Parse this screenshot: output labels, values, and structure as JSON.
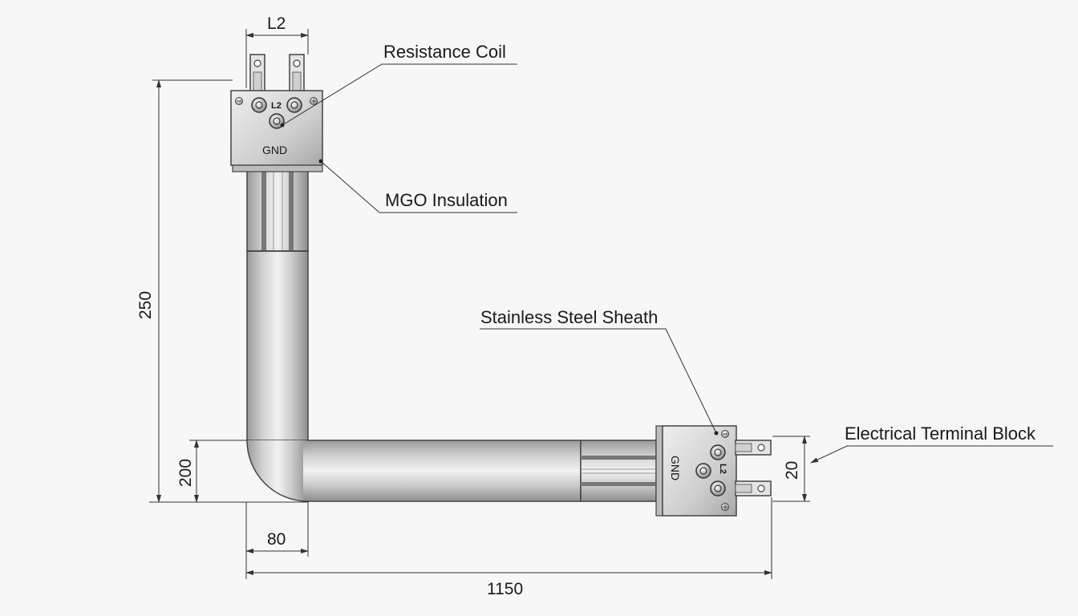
{
  "callouts": {
    "resistance_coil": "Resistance Coil",
    "mgo_insulation": "MGO Insulation",
    "stainless_steel_sheath": "Stainless Steel Sheath",
    "electrical_terminal_block": "Electrical Terminal Block"
  },
  "dimensions": {
    "top_terminal_width": "L2",
    "vertical_total": "250",
    "bend_height": "200",
    "sheath_diameter": "80",
    "total_length": "1150",
    "right_terminal_height": "20"
  },
  "terminal_top": {
    "gnd_label": "GND",
    "l2_label": "L2"
  },
  "terminal_right": {
    "gnd_label": "GND",
    "l2_label": "L2"
  },
  "colors": {
    "line": "#333333",
    "metal_light": "#e6e6e6",
    "metal_mid": "#bdbdbd",
    "metal_dark": "#8c8c8c"
  }
}
